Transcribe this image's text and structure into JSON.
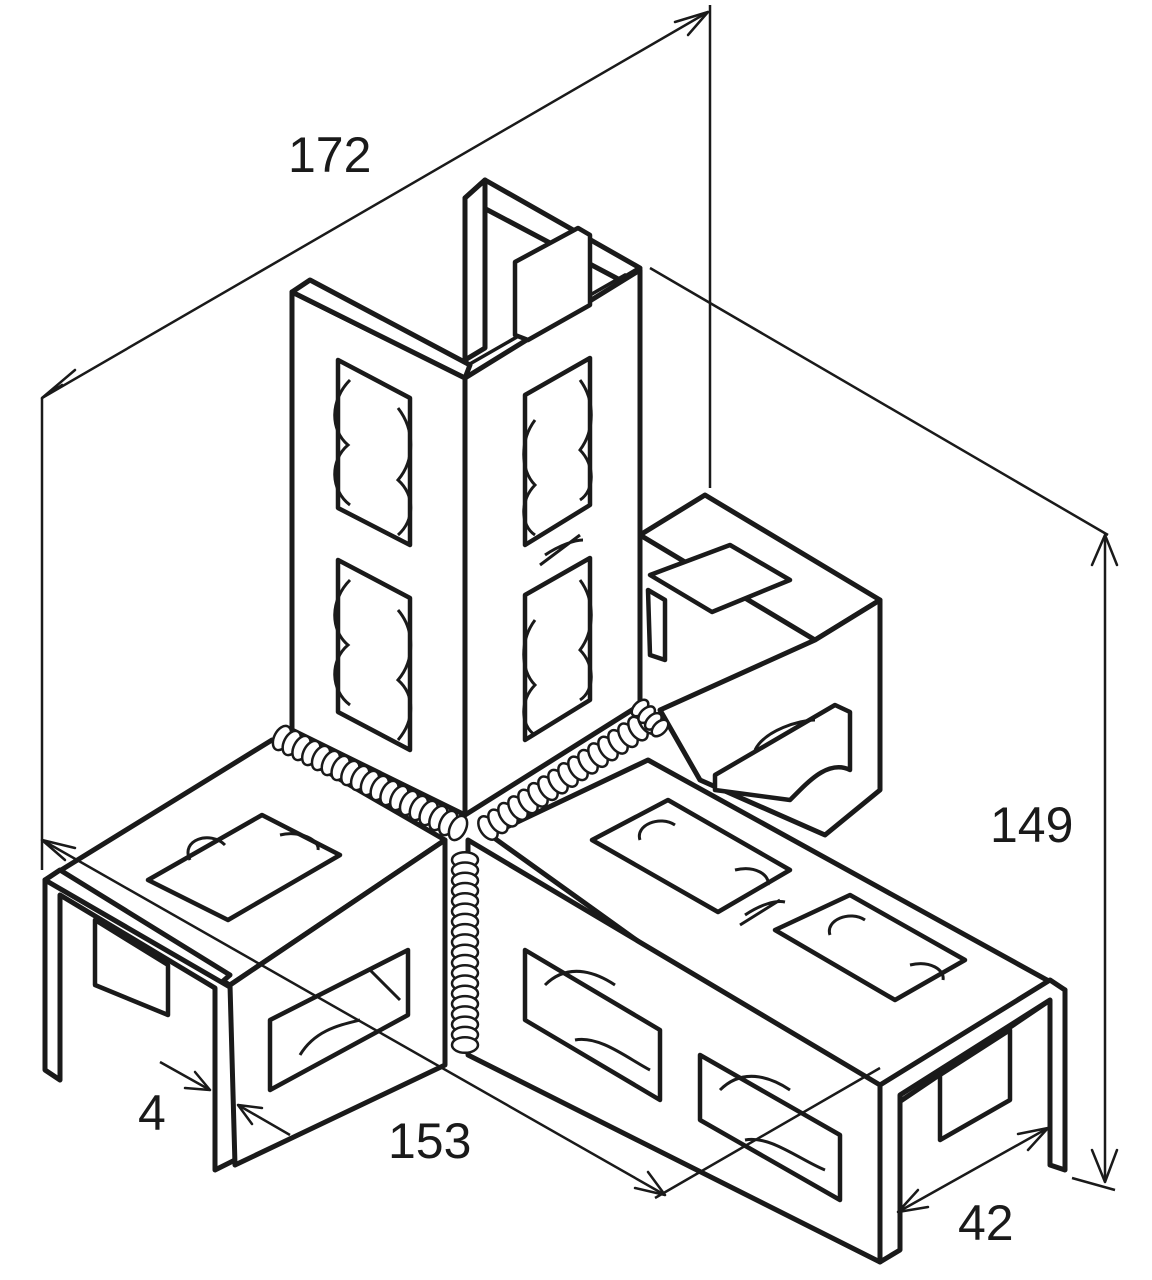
{
  "dimensions": {
    "total_length": "172",
    "height": "149",
    "base_length": "153",
    "thickness": "4",
    "channel_width": "42"
  }
}
